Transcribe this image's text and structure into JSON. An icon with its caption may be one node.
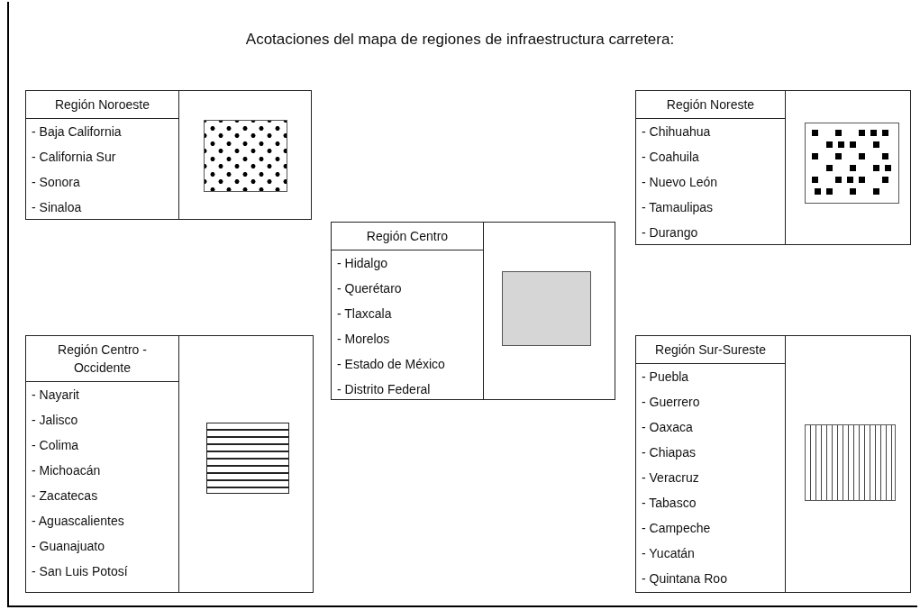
{
  "diagram": {
    "title": "Acotaciones del mapa de regiones de infraestructura carretera:",
    "nodes": [
      {
        "text": [
          "Región Noroeste",
          "- Baja California",
          "- California Sur",
          "- Sonora",
          "- Sinaloa"
        ]
      },
      {
        "text": [],
        "shape": "box",
        "in": 0
      },
      {
        "text": [
          "Región Noreste",
          "- Chihuahua",
          "- Coahuila",
          "- Nuevo León",
          "- Tamaulipas",
          "- Durango"
        ]
      },
      {
        "text": [],
        "shape": "box",
        "in": 2
      },
      {
        "text": [
          "Región Centro",
          "- Hidalgo",
          "- Querétaro",
          "- Tlaxcala",
          "- Morelos",
          "- Estado de México",
          "- Distrito Federal"
        ]
      },
      {
        "text": [],
        "shape": "box",
        "in": 4
      },
      {
        "text": [
          "Región Centro - Occidente",
          "- Nayarit",
          "- Jalisco",
          "- Colima",
          "- Michoacán",
          "- Zacatecas",
          "- Aguascalientes",
          "- Guanajuato",
          "- San Luis Potosí"
        ]
      },
      {
        "text": [],
        "shape": "box",
        "in": 6
      },
      {
        "text": [
          "Región Sur-Sureste",
          "- Puebla",
          "- Guerrero",
          "- Oaxaca",
          "- Chiapas",
          "- Veracruz",
          "- Tabasco",
          "- Campeche",
          "- Yucatán",
          "- Quintana Roo"
        ]
      },
      {
        "text": [],
        "shape": "box",
        "in": 8
      }
    ]
  }
}
